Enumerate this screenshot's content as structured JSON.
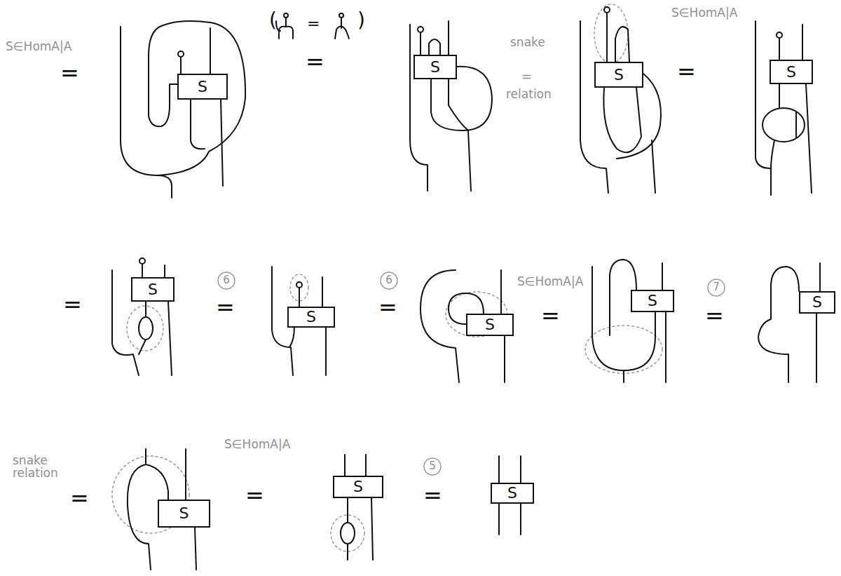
{
  "diagram": {
    "nodes": [
      {
        "text": [
          "S"
        ]
      },
      {
        "text": [
          "S"
        ]
      },
      {
        "text": [
          "S"
        ]
      },
      {
        "text": [
          "S"
        ]
      },
      {
        "text": [
          "S"
        ]
      },
      {
        "text": [
          "S"
        ]
      },
      {
        "text": [
          "S"
        ]
      },
      {
        "text": [
          "S"
        ]
      },
      {
        "text": [
          "S"
        ]
      },
      {
        "text": [
          "S"
        ]
      },
      {
        "text": [
          "S"
        ]
      },
      {
        "text": [
          "S"
        ]
      }
    ],
    "labels": [
      "S∈HomA|A",
      "=",
      "(",
      "=",
      ")",
      "=",
      "snake",
      "=",
      "relation",
      "S∈HomA|A",
      "=",
      "=",
      "6",
      "=",
      "6",
      "=",
      "S∈HomA|A",
      "=",
      "7",
      "=",
      "snake relation",
      "=",
      "S∈HomA|A",
      "=",
      "5",
      "="
    ]
  }
}
